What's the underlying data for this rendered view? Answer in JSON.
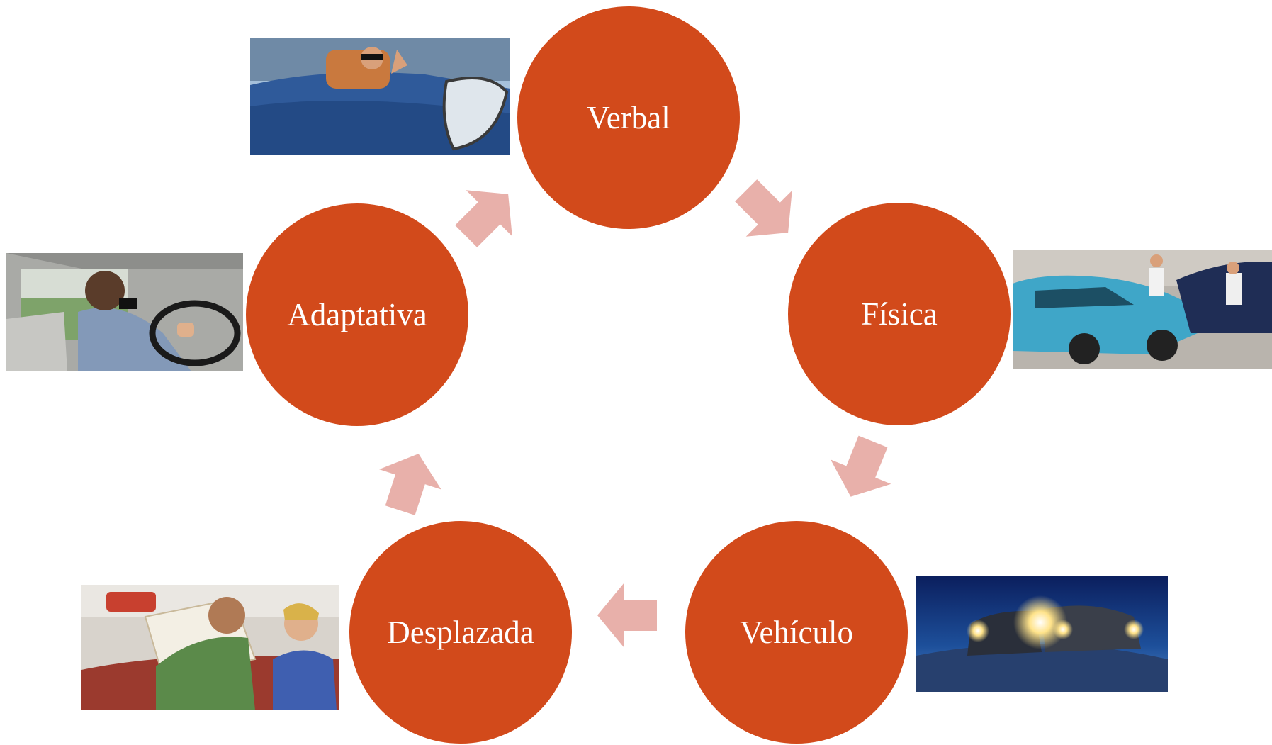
{
  "diagram": {
    "type": "cycle",
    "node_color": "#d24a1b",
    "arrow_color": "#e8b0aa",
    "nodes": [
      {
        "id": "verbal",
        "label": "Verbal",
        "photo": "convertible-driver-shouting-photo"
      },
      {
        "id": "fisica",
        "label": "Física",
        "photo": "men-fighting-by-cars-photo"
      },
      {
        "id": "vehiculo",
        "label": "Vehículo",
        "photo": "cars-colliding-at-night-photo"
      },
      {
        "id": "desplazada",
        "label": "Desplazada",
        "photo": "couple-arguing-over-map-photo"
      },
      {
        "id": "adaptativa",
        "label": "Adaptativa",
        "photo": "man-driving-car-photo"
      }
    ],
    "edges": [
      {
        "from": "verbal",
        "to": "fisica"
      },
      {
        "from": "fisica",
        "to": "vehiculo"
      },
      {
        "from": "vehiculo",
        "to": "desplazada"
      },
      {
        "from": "desplazada",
        "to": "adaptativa"
      },
      {
        "from": "adaptativa",
        "to": "verbal"
      }
    ]
  }
}
